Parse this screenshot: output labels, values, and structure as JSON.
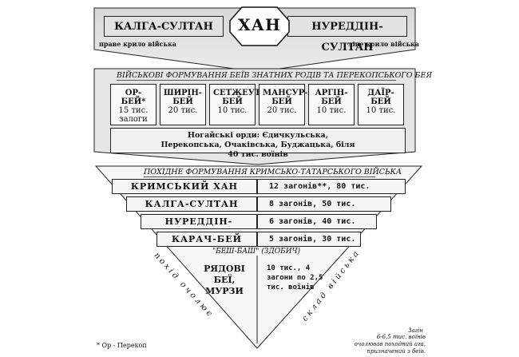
{
  "header": {
    "khan": "ХАН",
    "kalga": "КАЛГА-СУЛТАН",
    "nureddin": "НУРЕДДІН-СУЛТАН",
    "right_wing": "праве крило війська",
    "left_wing": "ліве крило війська"
  },
  "beys_section": {
    "title": "ВІЙСЬКОВІ ФОРМУВАННЯ БЕЇВ ЗНАТНИХ РОДІВ ТА ПЕРЕКОПСЬКОГО БЕЯ",
    "beys": [
      {
        "name": "ОР-БЕЙ*",
        "troops": "15 тис. залоги"
      },
      {
        "name": "ШИРІН-БЕЙ",
        "troops": "20 тис."
      },
      {
        "name": "СЕТЖЕУТ-БЕЙ",
        "troops": "10 тис."
      },
      {
        "name": "МАНСУР-БЕЙ",
        "troops": "20 тис."
      },
      {
        "name": "АРГІН-БЕЙ",
        "troops": "10 тис."
      },
      {
        "name": "ДАЇР-БЕЙ",
        "troops": "10 тис."
      }
    ],
    "nogai": "Ногайські орди: Єдичкульська, Перекопська, Очаківська, Буджацька, біля 40 тис. воїнів"
  },
  "march_section": {
    "title": "ПОХІДНЕ ФОРМУВАННЯ КРИМСЬКО-ТАТАРСЬКОГО ВІЙСЬКА",
    "rows": [
      {
        "leader": "КРИМСЬКИЙ ХАН",
        "detail": "12 загонів**, 80 тис."
      },
      {
        "leader": "КАЛГА-СУЛТАН",
        "detail": "8 загонів, 50 тис."
      },
      {
        "leader": "НУРЕДДІН-СУЛТАН",
        "detail": "6 загонів, 40 тис."
      },
      {
        "leader": "КАРАЧ-БЕЙ",
        "detail": "5 загонів, 30 тис."
      }
    ],
    "beshbash": "\"БЕШ-БАШ\" (ЗДОБИЧ)",
    "bottom_left": "РЯДОВІ БЕЇ, МУРЗИ",
    "bottom_right": "10 тис., 4 загони по 2,5 тис. воїнів"
  },
  "side_labels": {
    "left": "похід очолює",
    "right": "склад війська"
  },
  "footnotes": {
    "or": "* Ор - Перекоп",
    "note_title": "Загін",
    "note_text": "6-6,5 тис. воїнів очолював походний ага, призначений з беїв."
  }
}
